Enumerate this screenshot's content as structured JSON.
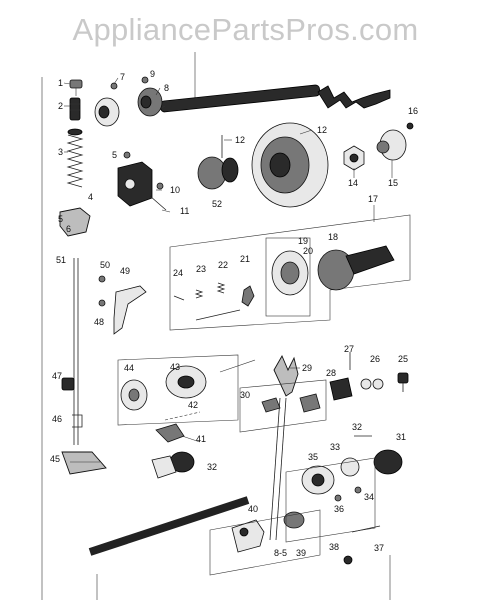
{
  "watermark": "AppliancePartsPros.com",
  "labels": {
    "p1": "1",
    "p2": "2",
    "p3": "3",
    "p4": "4",
    "p5a": "5",
    "p5b": "5",
    "p6": "6",
    "p7": "7",
    "p8": "8",
    "p9": "9",
    "p10": "10",
    "p11": "11",
    "p12a": "12",
    "p12b": "12",
    "p14": "14",
    "p15": "15",
    "p16": "16",
    "p17": "17",
    "p18": "18",
    "p19": "19",
    "p20": "20",
    "p21": "21",
    "p22": "22",
    "p23": "23",
    "p24": "24",
    "p25": "25",
    "p26": "26",
    "p27": "27",
    "p28": "28",
    "p29": "29",
    "p30": "30",
    "p31": "31",
    "p32a": "32",
    "p32b": "32",
    "p33": "33",
    "p34": "34",
    "p35": "35",
    "p36": "36",
    "p37": "37",
    "p38": "38",
    "p39": "39",
    "p40": "40",
    "p41": "41",
    "p42": "42",
    "p43": "43",
    "p44": "44",
    "p45": "45",
    "p46": "46",
    "p47": "47",
    "p48": "48",
    "p49": "49",
    "p50": "50",
    "p51": "51",
    "p52": "52",
    "p_b5": "8-5"
  }
}
